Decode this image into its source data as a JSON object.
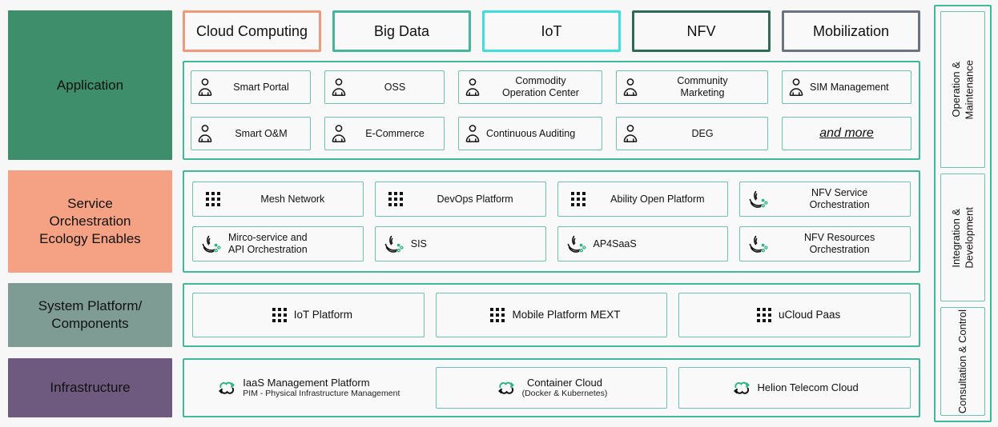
{
  "layers": [
    {
      "id": "application",
      "label": "Application",
      "color": "#3e8d6b"
    },
    {
      "id": "service",
      "label": "Service\nOrchestration\nEcology Enables",
      "color": "#f5a183"
    },
    {
      "id": "system",
      "label": "System Platform/\nComponents",
      "color": "#7e9c93"
    },
    {
      "id": "infrastructure",
      "label": "Infrastructure",
      "color": "#6e5a7e"
    }
  ],
  "tabs": [
    {
      "label": "Cloud Computing",
      "color": "#f09a77"
    },
    {
      "label": "Big Data",
      "color": "#45b59b"
    },
    {
      "label": "IoT",
      "color": "#3fe0dc"
    },
    {
      "label": "NFV",
      "color": "#2e6b57"
    },
    {
      "label": "Mobilization",
      "color": "#6b7280"
    }
  ],
  "application_items": [
    {
      "label": "Smart Portal",
      "icon": "person-icon"
    },
    {
      "label": "OSS",
      "icon": "person-icon"
    },
    {
      "label": "Commodity\nOperation Center",
      "icon": "person-icon"
    },
    {
      "label": "Community\nMarketing",
      "icon": "person-icon"
    },
    {
      "label": "SIM Management",
      "icon": "person-icon"
    },
    {
      "label": "Smart O&M",
      "icon": "person-icon"
    },
    {
      "label": "E-Commerce",
      "icon": "person-icon"
    },
    {
      "label": "Continuous Auditing",
      "icon": "person-icon"
    },
    {
      "label": "DEG",
      "icon": "person-icon"
    },
    {
      "label": "and more",
      "icon": "none",
      "style": "italic-underline"
    }
  ],
  "service_items": [
    {
      "label": "Mesh Network",
      "icon": "dots-grid-icon"
    },
    {
      "label": "DevOps Platform",
      "icon": "dots-grid-icon"
    },
    {
      "label": "Ability Open Platform",
      "icon": "dots-grid-icon"
    },
    {
      "label": "NFV Service\nOrchestration",
      "icon": "orchestration-icon"
    },
    {
      "label": "Mirco-service and\nAPI Orchestration",
      "icon": "orchestration-icon"
    },
    {
      "label": "SIS",
      "icon": "orchestration-icon"
    },
    {
      "label": "AP4SaaS",
      "icon": "orchestration-icon"
    },
    {
      "label": "NFV Resources\nOrchestration",
      "icon": "orchestration-icon"
    }
  ],
  "system_items": [
    {
      "label": "IoT Platform",
      "icon": "dots-grid-icon"
    },
    {
      "label": "Mobile Platform MEXT",
      "icon": "dots-grid-icon"
    },
    {
      "label": "uCloud Paas",
      "icon": "dots-grid-icon"
    }
  ],
  "infrastructure_items": [
    {
      "title": "IaaS Management Platform",
      "subtitle": "PIM - Physical Infrastructure Management",
      "icon": "cloud-icon",
      "bordered": false
    },
    {
      "title": "Container Cloud",
      "subtitle": "(Docker & Kubernetes)",
      "icon": "cloud-icon",
      "bordered": true
    },
    {
      "title": "Helion Telecom Cloud",
      "subtitle": "",
      "icon": "cloud-icon",
      "bordered": true
    }
  ],
  "rail_items": [
    {
      "label": "Operation &\nMaintenance"
    },
    {
      "label": "Integration &\nDevelopment"
    },
    {
      "label": "Consultation & Control"
    }
  ],
  "colors": {
    "accent_teal": "#3fb99a",
    "cell_border": "#6dc2b0",
    "icon_green": "#2fb48a",
    "panel_bg": "#f9f9f9",
    "page_bg": "#f7f7f7"
  }
}
